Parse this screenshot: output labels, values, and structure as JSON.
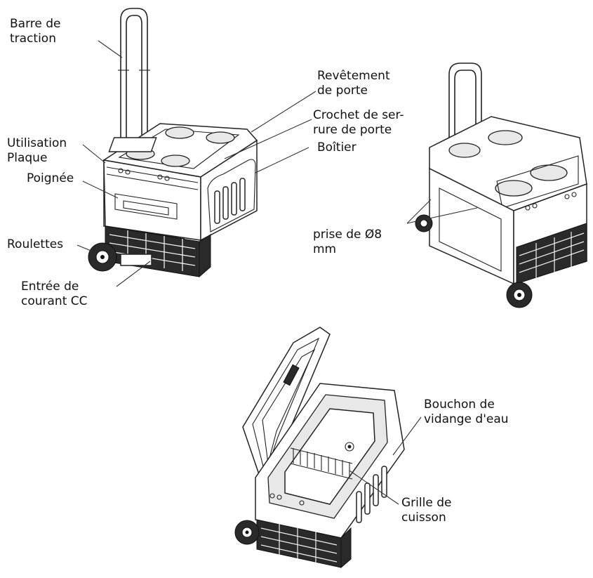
{
  "labels": {
    "pull_bar": [
      "Barre de",
      "traction"
    ],
    "door_cover": [
      "Revêtement",
      "de porte"
    ],
    "door_lock_hook": [
      "Crochet de ser-",
      "rure de porte"
    ],
    "housing": [
      "Boîtier"
    ],
    "use_plate": [
      "Utilisation",
      "Plaque"
    ],
    "handle": [
      "Poignée"
    ],
    "wheels": [
      "Roulettes"
    ],
    "dc_input": [
      "Entrée de",
      "courant CC"
    ],
    "socket": [
      "prise de Ø8",
      "mm"
    ],
    "drain_plug": [
      "Bouchon de",
      "vidange d'eau"
    ],
    "grill": [
      "Grille de",
      "cuisson"
    ]
  }
}
